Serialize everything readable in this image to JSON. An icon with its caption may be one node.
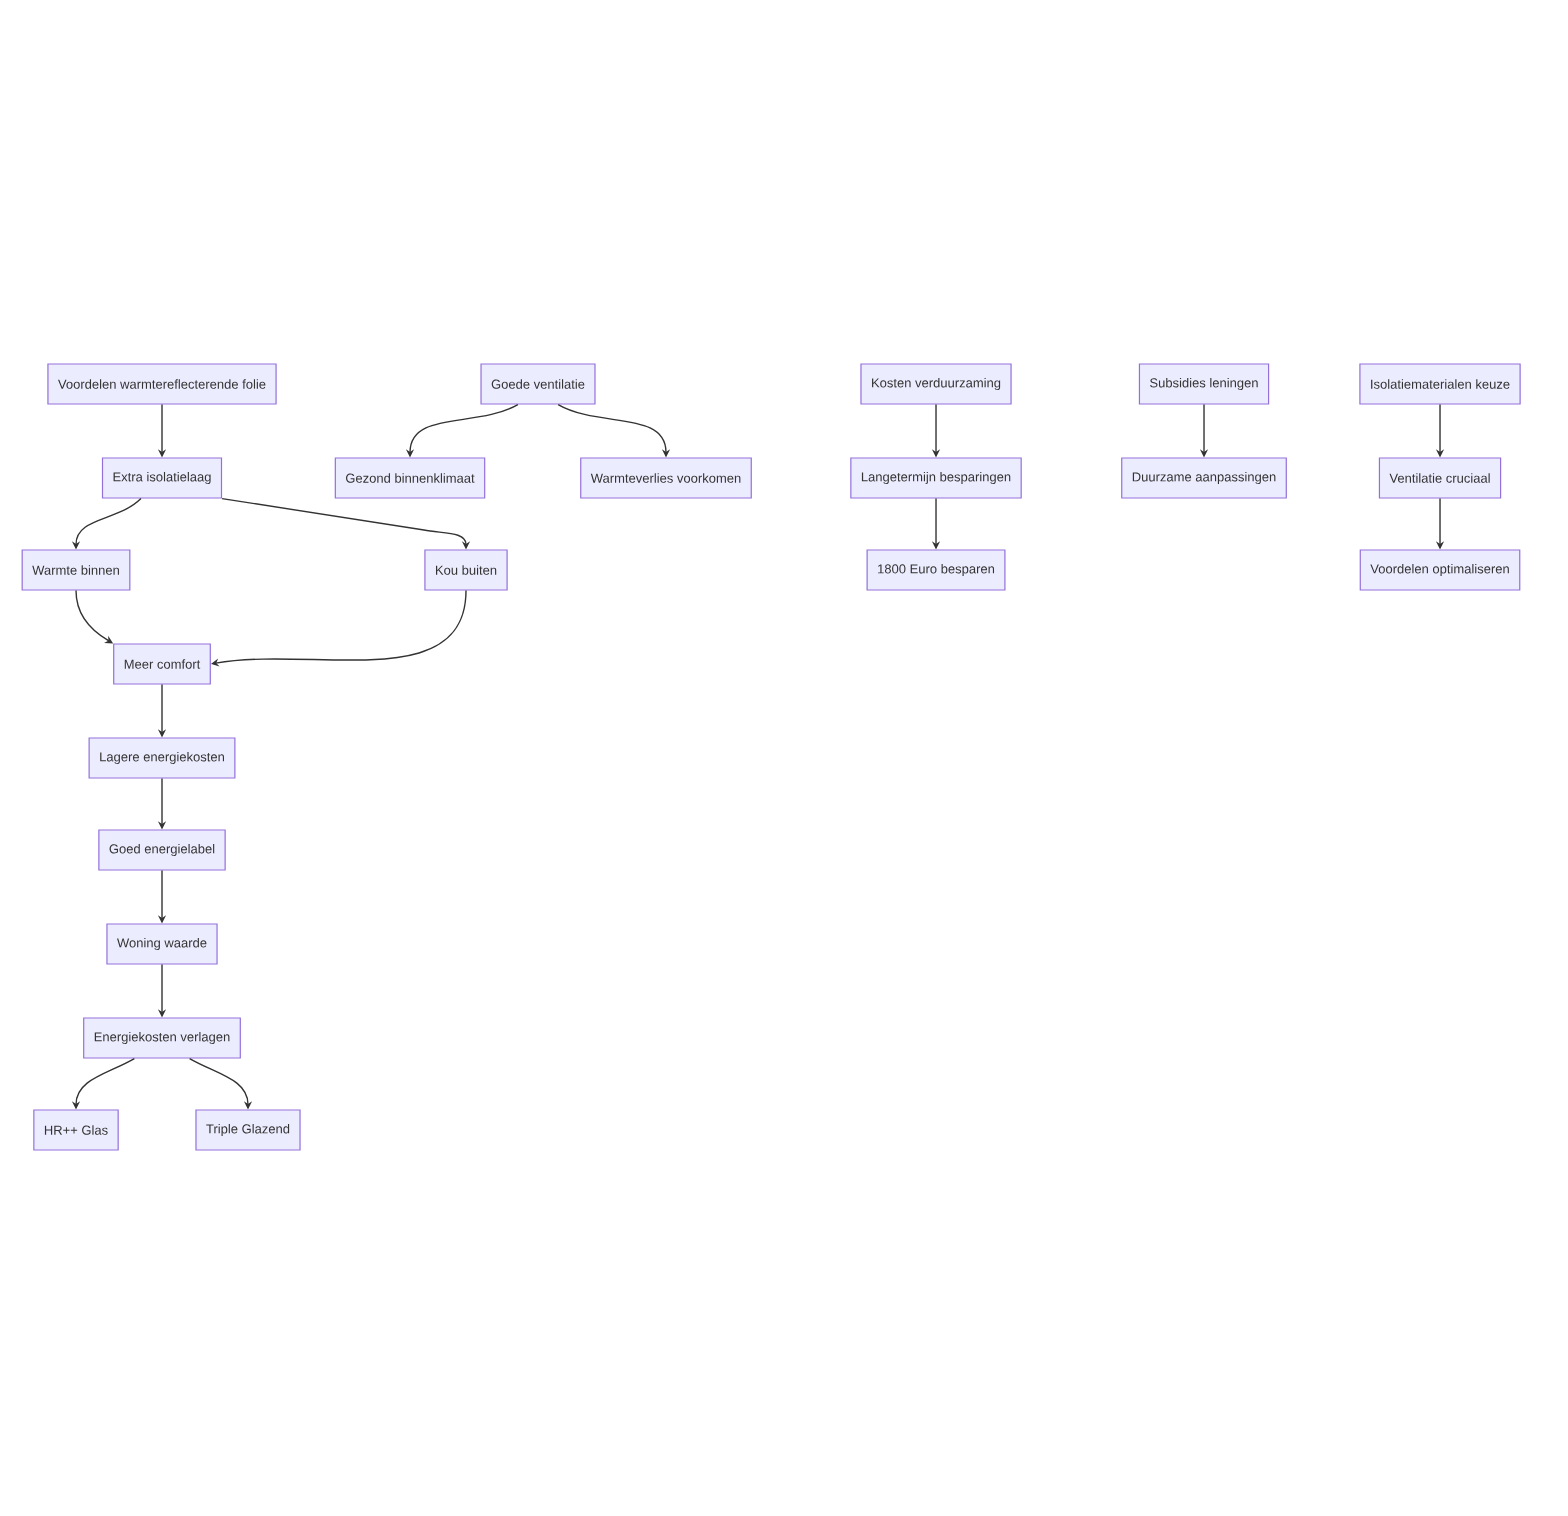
{
  "diagram": {
    "nodes": [
      {
        "text": [
          "Voordelen warmtereflecterende folie"
        ]
      },
      {
        "text": [
          "Extra isolatielaag"
        ]
      },
      {
        "text": [
          "Goede ventilatie"
        ]
      },
      {
        "text": [
          "Gezond binnenklimaat"
        ]
      },
      {
        "text": [
          "Warmteverlies voorkomen"
        ]
      },
      {
        "text": [
          "Warmte binnen"
        ]
      },
      {
        "text": [
          "Kou buiten"
        ]
      },
      {
        "text": [
          "Meer comfort"
        ]
      },
      {
        "text": [
          "Lagere energiekosten"
        ]
      },
      {
        "text": [
          "Goed energielabel"
        ]
      },
      {
        "text": [
          "Woning waarde"
        ]
      },
      {
        "text": [
          "Energiekosten verlagen"
        ]
      },
      {
        "text": [
          "HR++ Glas"
        ]
      },
      {
        "text": [
          "Triple Glazend"
        ]
      },
      {
        "text": [
          "Kosten verduurzaming"
        ]
      },
      {
        "text": [
          "Langetermijn besparingen"
        ]
      },
      {
        "text": [
          "1800 Euro besparen"
        ]
      },
      {
        "text": [
          "Subsidies leningen"
        ]
      },
      {
        "text": [
          "Duurzame aanpassingen"
        ]
      },
      {
        "text": [
          "Isolatiematerialen keuze"
        ]
      },
      {
        "text": [
          "Ventilatie cruciaal"
        ]
      },
      {
        "text": [
          "Voordelen optimaliseren"
        ]
      }
    ],
    "edges": [
      {
        "from": 0,
        "to": 1,
        "arrow": "to"
      },
      {
        "from": 1,
        "to": 5,
        "arrow": "to"
      },
      {
        "from": 1,
        "to": 6,
        "arrow": "to"
      },
      {
        "from": 2,
        "to": 3,
        "arrow": "to"
      },
      {
        "from": 2,
        "to": 4,
        "arrow": "to"
      },
      {
        "from": 5,
        "to": 7,
        "arrow": "to"
      },
      {
        "from": 6,
        "to": 7,
        "arrow": "to"
      },
      {
        "from": 7,
        "to": 8,
        "arrow": "to"
      },
      {
        "from": 8,
        "to": 9,
        "arrow": "to"
      },
      {
        "from": 9,
        "to": 10,
        "arrow": "to"
      },
      {
        "from": 10,
        "to": 11,
        "arrow": "to"
      },
      {
        "from": 11,
        "to": 12,
        "arrow": "to"
      },
      {
        "from": 11,
        "to": 13,
        "arrow": "to"
      },
      {
        "from": 14,
        "to": 15,
        "arrow": "to"
      },
      {
        "from": 15,
        "to": 16,
        "arrow": "to"
      },
      {
        "from": 17,
        "to": 18,
        "arrow": "to"
      },
      {
        "from": 19,
        "to": 20,
        "arrow": "to"
      },
      {
        "from": 20,
        "to": 21,
        "arrow": "to"
      }
    ]
  }
}
